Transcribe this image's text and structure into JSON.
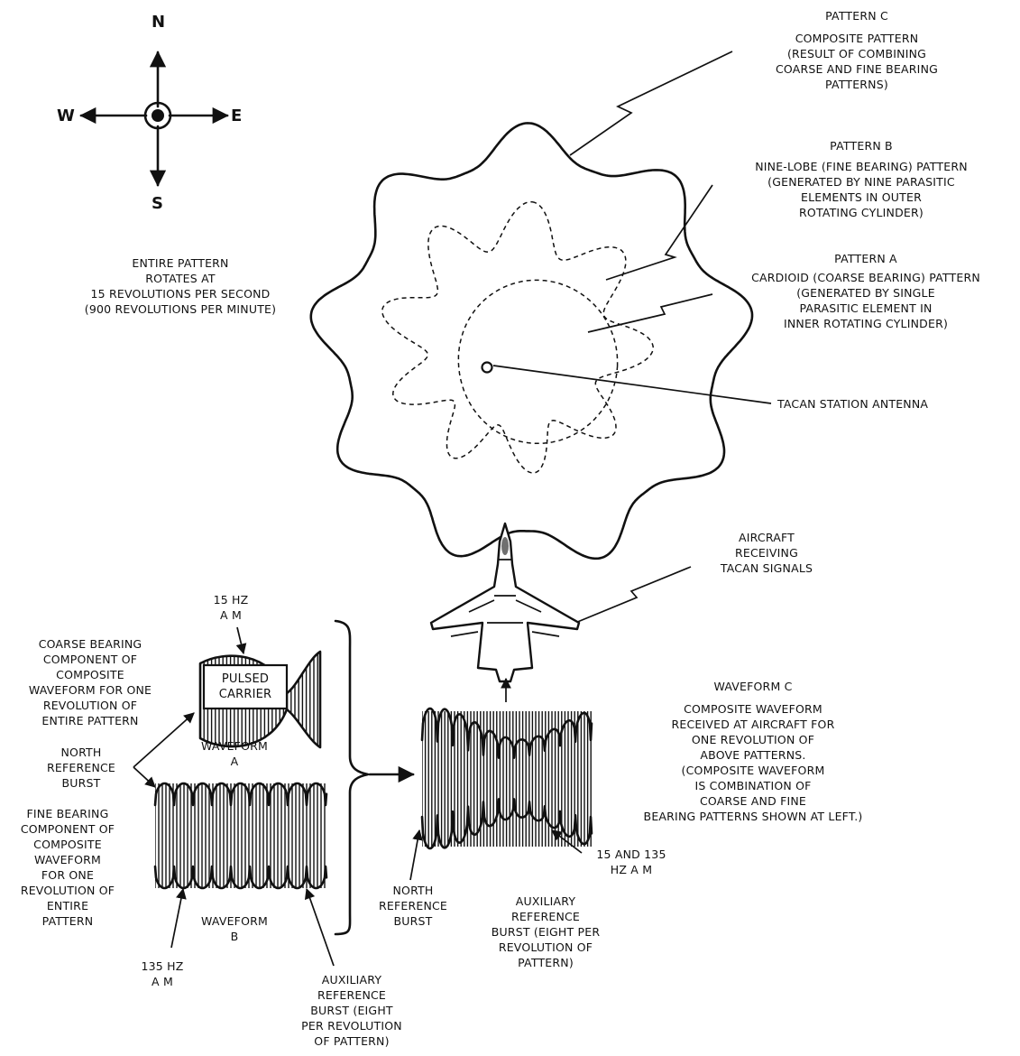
{
  "compass": {
    "north": "N",
    "south": "S",
    "east": "E",
    "west": "W"
  },
  "rotation_note": [
    "ENTIRE PATTERN",
    "ROTATES AT",
    "15 REVOLUTIONS PER SECOND",
    "(900 REVOLUTIONS PER MINUTE)"
  ],
  "pattern_c": {
    "title": "PATTERN C",
    "lines": [
      "COMPOSITE PATTERN",
      "(RESULT OF COMBINING",
      "COARSE AND FINE BEARING",
      "PATTERNS)"
    ]
  },
  "pattern_b": {
    "title": "PATTERN B",
    "lines": [
      "NINE-LOBE (FINE BEARING) PATTERN",
      "(GENERATED BY NINE PARASITIC",
      "ELEMENTS IN OUTER",
      "ROTATING CYLINDER)"
    ]
  },
  "pattern_a": {
    "title": "PATTERN A",
    "lines": [
      "CARDIOID (COARSE BEARING) PATTERN",
      "(GENERATED BY SINGLE",
      "PARASITIC ELEMENT IN",
      "INNER ROTATING CYLINDER)"
    ]
  },
  "antenna_label": "TACAN STATION ANTENNA",
  "aircraft_label": [
    "AIRCRAFT",
    "RECEIVING",
    "TACAN SIGNALS"
  ],
  "waveform_a": {
    "am_label": [
      "15 Hz",
      "A M"
    ],
    "carrier_label": [
      "PULSED",
      "CARRIER"
    ],
    "title": [
      "WAVEFORM",
      "A"
    ],
    "description": [
      "COARSE BEARING",
      "COMPONENT OF",
      "COMPOSITE",
      "WAVEFORM FOR ONE",
      "REVOLUTION OF",
      "ENTIRE PATTERN"
    ]
  },
  "north_burst_left": [
    "NORTH",
    "REFERENCE",
    "BURST"
  ],
  "waveform_b": {
    "description": [
      "FINE BEARING",
      "COMPONENT OF",
      "COMPOSITE",
      "WAVEFORM",
      "FOR ONE",
      "REVOLUTION OF",
      "ENTIRE",
      "PATTERN"
    ],
    "title": [
      "WAVEFORM",
      "B"
    ],
    "am_label": [
      "135 Hz",
      "A M"
    ],
    "aux_burst": [
      "AUXILIARY",
      "REFERENCE",
      "BURST (EIGHT",
      "PER REVOLUTION",
      "OF PATTERN)"
    ]
  },
  "waveform_c": {
    "title": "WAVEFORM C",
    "description": [
      "COMPOSITE WAVEFORM",
      "RECEIVED AT AIRCRAFT FOR",
      "ONE REVOLUTION OF",
      "ABOVE PATTERNS.",
      "(COMPOSITE WAVEFORM",
      "IS COMBINATION OF",
      "COARSE AND FINE",
      "BEARING PATTERNS SHOWN AT LEFT.)"
    ],
    "am_label": [
      "15 AND 135",
      "Hz A M"
    ],
    "north_burst": [
      "NORTH",
      "REFERENCE",
      "BURST"
    ],
    "aux_burst": [
      "AUXILIARY",
      "REFERENCE",
      "BURST (EIGHT PER",
      "REVOLUTION OF",
      "PATTERN)"
    ]
  }
}
